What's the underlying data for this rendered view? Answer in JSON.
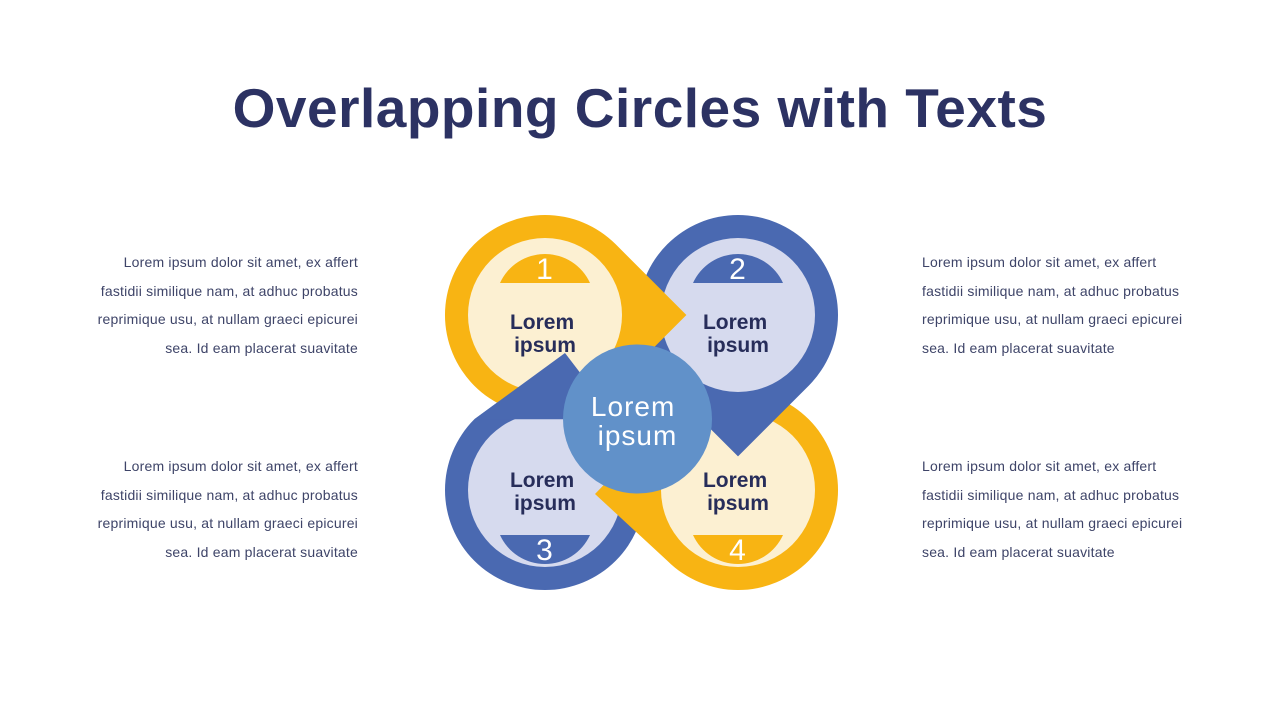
{
  "slide": {
    "title": "Overlapping Circles with Texts",
    "colors": {
      "yellow": "#F8B413",
      "cream": "#FCF0D2",
      "blue": "#4A69B1",
      "lavender": "#D6DAEE",
      "center_blue": "#6191C9",
      "label_navy": "#272D5A",
      "white": "#FFFFFF"
    }
  },
  "diagram": {
    "center": {
      "lines": [
        "Lorem",
        "ipsum"
      ]
    },
    "circles": [
      {
        "number": "1",
        "position": "top-left",
        "label_lines": [
          "Lorem",
          "ipsum"
        ]
      },
      {
        "number": "2",
        "position": "top-right",
        "label_lines": [
          "Lorem",
          "ipsum"
        ]
      },
      {
        "number": "3",
        "position": "bottom-left",
        "label_lines": [
          "Lorem",
          "ipsum"
        ]
      },
      {
        "number": "4",
        "position": "bottom-right",
        "label_lines": [
          "Lorem",
          "ipsum"
        ]
      }
    ]
  },
  "text_blocks": [
    {
      "position": "top-left",
      "align": "right",
      "lines": [
        "Lorem ipsum dolor sit amet, ex affert",
        "fastidii similique nam, at adhuc probatus",
        "reprimique usu, at nullam graeci epicurei",
        "sea. Id eam placerat suavitate"
      ]
    },
    {
      "position": "top-right",
      "align": "left",
      "lines": [
        "Lorem ipsum dolor sit amet, ex affert",
        "fastidii similique nam, at adhuc probatus",
        "reprimique usu, at nullam graeci epicurei",
        "sea. Id eam placerat suavitate"
      ]
    },
    {
      "position": "bottom-left",
      "align": "right",
      "lines": [
        "Lorem ipsum dolor sit amet, ex affert",
        "fastidii similique nam, at adhuc probatus",
        "reprimique usu, at nullam graeci epicurei",
        "sea. Id eam placerat suavitate"
      ]
    },
    {
      "position": "bottom-right",
      "align": "left",
      "lines": [
        "Lorem ipsum dolor sit amet, ex affert",
        "fastidii similique nam, at adhuc probatus",
        "reprimique usu, at nullam graeci epicurei",
        "sea. Id eam placerat suavitate"
      ]
    }
  ]
}
